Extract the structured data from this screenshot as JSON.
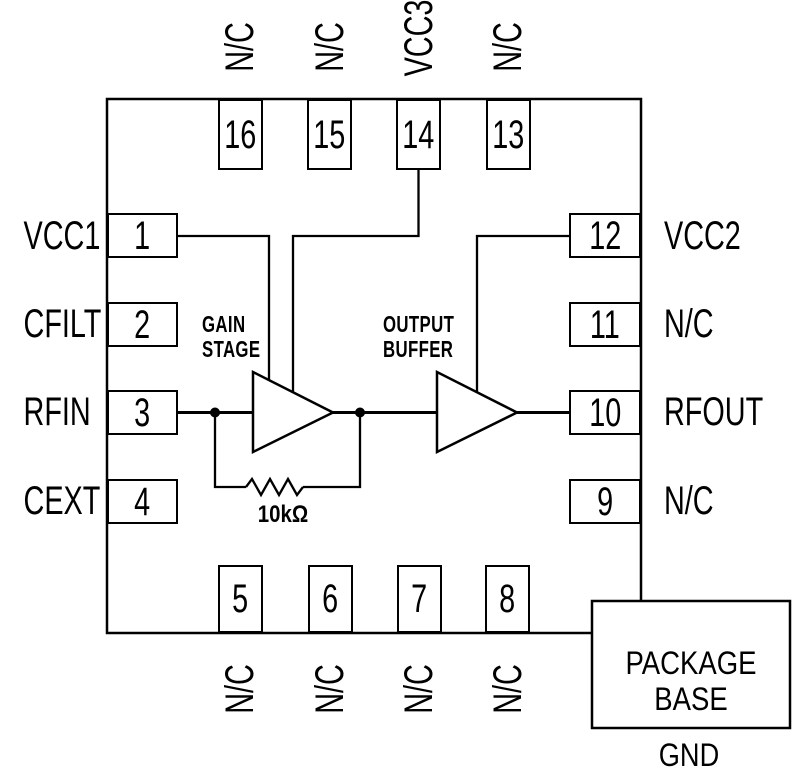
{
  "diagram": {
    "type": "IC functional block / pinout diagram",
    "colors": {
      "line": "#000000",
      "background": "#ffffff"
    }
  },
  "pins": {
    "top": [
      {
        "number": "16",
        "label": "N/C"
      },
      {
        "number": "15",
        "label": "N/C"
      },
      {
        "number": "14",
        "label": "VCC3"
      },
      {
        "number": "13",
        "label": "N/C"
      }
    ],
    "left": [
      {
        "number": "1",
        "label": "VCC1"
      },
      {
        "number": "2",
        "label": "CFILT"
      },
      {
        "number": "3",
        "label": "RFIN"
      },
      {
        "number": "4",
        "label": "CEXT"
      }
    ],
    "right": [
      {
        "number": "12",
        "label": "VCC2"
      },
      {
        "number": "11",
        "label": "N/C"
      },
      {
        "number": "10",
        "label": "RFOUT"
      },
      {
        "number": "9",
        "label": "N/C"
      }
    ],
    "bottom": [
      {
        "number": "5",
        "label": "N/C"
      },
      {
        "number": "6",
        "label": "N/C"
      },
      {
        "number": "7",
        "label": "N/C"
      },
      {
        "number": "8",
        "label": "N/C"
      }
    ]
  },
  "blocks": {
    "gain_stage": {
      "line1": "GAIN",
      "line2": "STAGE"
    },
    "output_buffer": {
      "line1": "OUTPUT",
      "line2": "BUFFER"
    },
    "feedback_resistor_value": "10kΩ",
    "package_base": {
      "line1": "PACKAGE",
      "line2": "BASE",
      "ground_label": "GND"
    }
  }
}
